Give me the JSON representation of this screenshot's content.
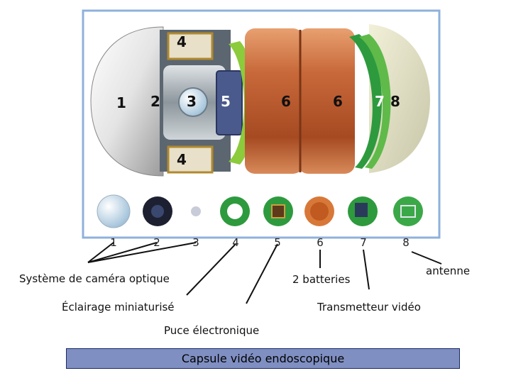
{
  "figure": {
    "capsule_numbers": [
      "4",
      "1",
      "2",
      "3",
      "5",
      "6",
      "6",
      "7",
      "8",
      "4"
    ],
    "component_numbers": [
      "1",
      "2",
      "3",
      "4",
      "5",
      "6",
      "7",
      "8"
    ]
  },
  "labels": {
    "camera_system": "Système de caméra optique",
    "lighting": "Éclairage miniaturisé",
    "chip": "Puce électronique",
    "batteries": "2 batteries",
    "transmitter": "Transmetteur vidéo",
    "antenna": "antenne"
  },
  "title": "Capsule vidéo endoscopique",
  "colors": {
    "frame": "#8fb0dc",
    "title_bg": "#7f8fc2",
    "battery": "#c8693a",
    "pcb": "#2e9a3e"
  }
}
